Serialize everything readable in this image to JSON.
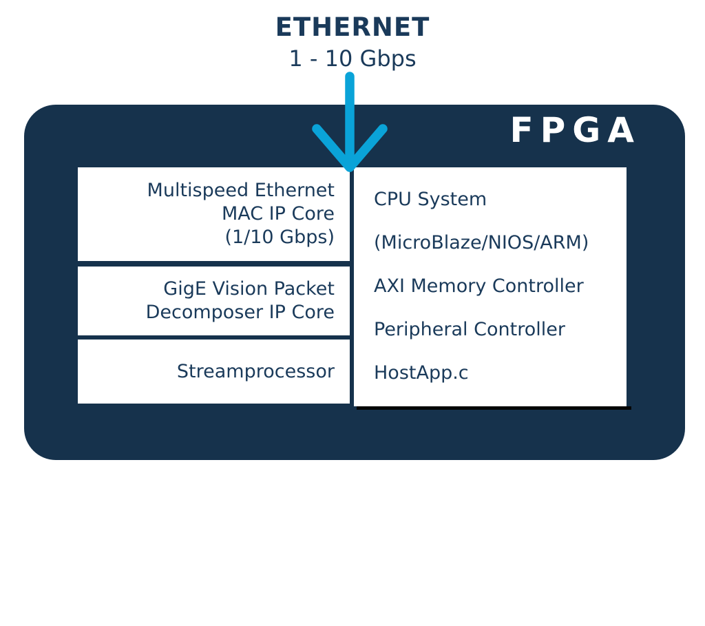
{
  "diagram": {
    "header": {
      "title": "ETHERNET",
      "subtitle": "1 - 10 Gbps"
    },
    "arrow": {
      "name": "ethernet-input-arrow",
      "direction": "down",
      "color": "#0AA3D8"
    },
    "fpga": {
      "label": "FPGA",
      "pipeline_blocks": [
        {
          "lines": [
            "Multispeed Ethernet",
            "MAC IP Core",
            "(1/10 Gbps)"
          ]
        },
        {
          "lines": [
            "GigE Vision Packet",
            "Decomposer IP Core"
          ]
        },
        {
          "lines": [
            "Streamprocessor"
          ]
        }
      ],
      "cpu_block": {
        "lines": [
          "CPU System",
          "(MicroBlaze/NIOS/ARM)",
          "AXI Memory Controller",
          "Peripheral Controller",
          "HostApp.c"
        ]
      }
    },
    "colors": {
      "fpga_navy": "#16324C",
      "arrow_blue": "#0AA3D8",
      "text_navy": "#1A3A5A",
      "block_bg": "#FFFFFF",
      "cpu_shadow": "#050505"
    }
  }
}
